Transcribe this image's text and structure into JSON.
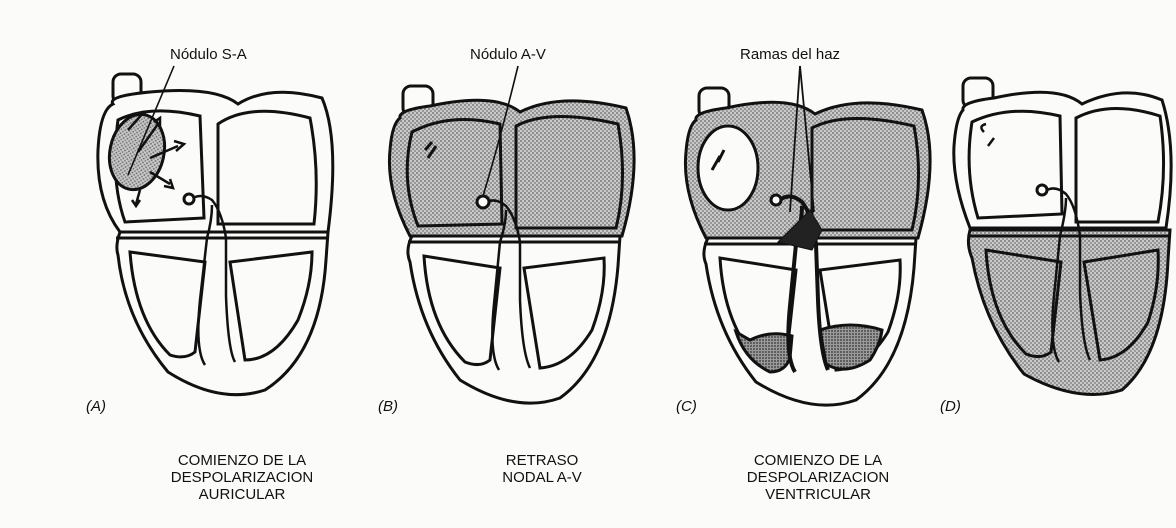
{
  "annotations": {
    "sa_node": "Nódulo S-A",
    "av_node": "Nódulo A-V",
    "bundle_branches": "Ramas del haz"
  },
  "panels": [
    {
      "letter": "(A)",
      "caption": [
        "COMIENZO DE LA",
        "DESPOLARIZACION",
        "AURICULAR"
      ]
    },
    {
      "letter": "(B)",
      "caption": [
        "RETRASO",
        "NODAL A-V"
      ]
    },
    {
      "letter": "(C)",
      "caption": [
        "COMIENZO DE LA",
        "DESPOLARIZACION",
        "VENTRICULAR"
      ]
    },
    {
      "letter": "(D)",
      "caption": []
    }
  ],
  "colors": {
    "ink": "#111111",
    "shade": "#b5b5b5",
    "dark_shade": "#7a7a7a",
    "paper": "#fbfbf9"
  }
}
